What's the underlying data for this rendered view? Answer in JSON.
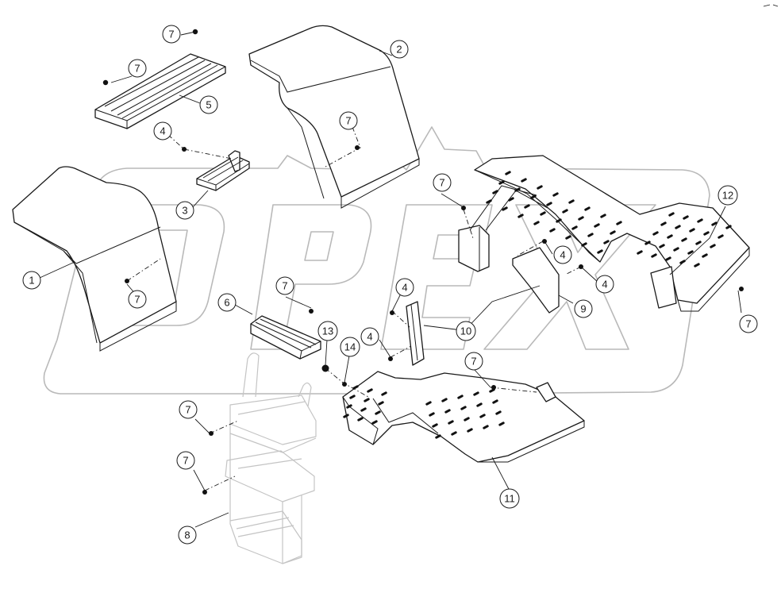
{
  "diagram": {
    "watermark": "OPEX",
    "callouts": [
      {
        "id": "c1",
        "label": "1"
      },
      {
        "id": "c2",
        "label": "2"
      },
      {
        "id": "c3",
        "label": "3"
      },
      {
        "id": "c4a",
        "label": "4"
      },
      {
        "id": "c4b",
        "label": "4"
      },
      {
        "id": "c4c",
        "label": "4"
      },
      {
        "id": "c4d",
        "label": "4"
      },
      {
        "id": "c4e",
        "label": "4"
      },
      {
        "id": "c5",
        "label": "5"
      },
      {
        "id": "c6",
        "label": "6"
      },
      {
        "id": "c7a",
        "label": "7"
      },
      {
        "id": "c7b",
        "label": "7"
      },
      {
        "id": "c7c",
        "label": "7"
      },
      {
        "id": "c7d",
        "label": "7"
      },
      {
        "id": "c7e",
        "label": "7"
      },
      {
        "id": "c7f",
        "label": "7"
      },
      {
        "id": "c7g",
        "label": "7"
      },
      {
        "id": "c7h",
        "label": "7"
      },
      {
        "id": "c7i",
        "label": "7"
      },
      {
        "id": "c7j",
        "label": "7"
      },
      {
        "id": "c8",
        "label": "8"
      },
      {
        "id": "c9",
        "label": "9"
      },
      {
        "id": "c10",
        "label": "10"
      },
      {
        "id": "c11",
        "label": "11"
      },
      {
        "id": "c12",
        "label": "12"
      },
      {
        "id": "c13",
        "label": "13"
      },
      {
        "id": "c14",
        "label": "14"
      }
    ]
  }
}
